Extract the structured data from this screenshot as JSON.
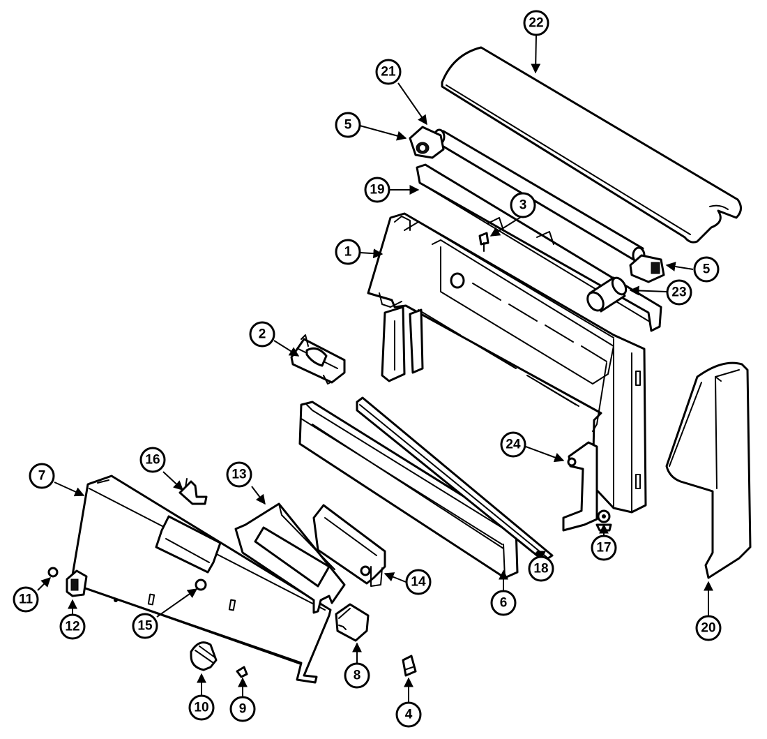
{
  "callouts": [
    {
      "id": "1",
      "label": "1"
    },
    {
      "id": "2",
      "label": "2"
    },
    {
      "id": "3",
      "label": "3"
    },
    {
      "id": "4",
      "label": "4"
    },
    {
      "id": "5a",
      "label": "5"
    },
    {
      "id": "5b",
      "label": "5"
    },
    {
      "id": "6",
      "label": "6"
    },
    {
      "id": "7",
      "label": "7"
    },
    {
      "id": "8",
      "label": "8"
    },
    {
      "id": "9",
      "label": "9"
    },
    {
      "id": "10",
      "label": "10"
    },
    {
      "id": "11",
      "label": "11"
    },
    {
      "id": "12",
      "label": "12"
    },
    {
      "id": "13",
      "label": "13"
    },
    {
      "id": "14",
      "label": "14"
    },
    {
      "id": "15",
      "label": "15"
    },
    {
      "id": "16",
      "label": "16"
    },
    {
      "id": "17",
      "label": "17"
    },
    {
      "id": "18",
      "label": "18"
    },
    {
      "id": "19",
      "label": "19"
    },
    {
      "id": "20",
      "label": "20"
    },
    {
      "id": "21",
      "label": "21"
    },
    {
      "id": "22",
      "label": "22"
    },
    {
      "id": "23",
      "label": "23"
    },
    {
      "id": "24",
      "label": "24"
    }
  ]
}
